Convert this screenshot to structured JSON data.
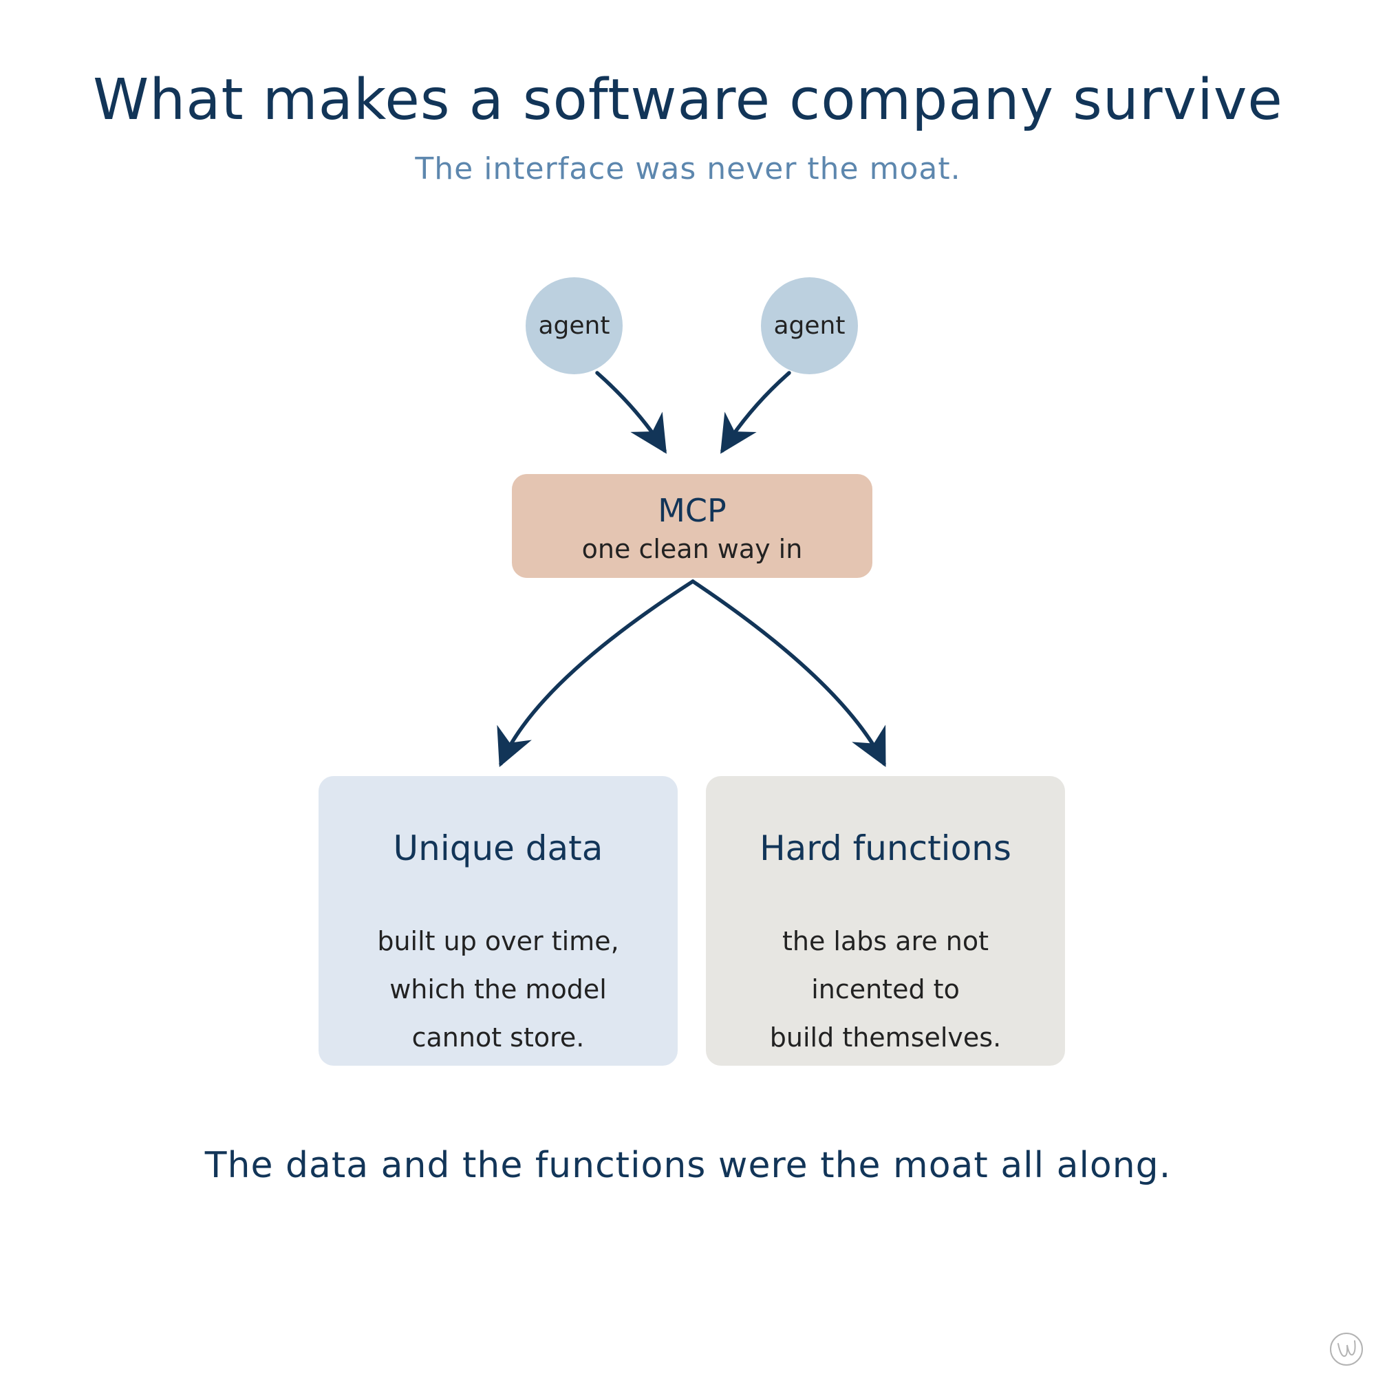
{
  "title": "What makes a software company survive",
  "subtitle": "The interface was never the moat.",
  "agents": [
    {
      "label": "agent"
    },
    {
      "label": "agent"
    }
  ],
  "mcp": {
    "title": "MCP",
    "subtitle": "one clean way in"
  },
  "cards": [
    {
      "title": "Unique data",
      "lines": [
        "built up over time,",
        "which the model",
        "cannot store."
      ]
    },
    {
      "title": "Hard functions",
      "lines": [
        "the labs are not",
        "incented to",
        "build themselves."
      ]
    }
  ],
  "footer": "The data and the functions were the moat all along.",
  "colors": {
    "navy": "#123558",
    "subtitle_blue": "#5d87ae",
    "agent_fill": "#bcd0df",
    "mcp_fill": "#e4c5b2",
    "data_card_fill": "#dfe7f1",
    "functions_card_fill": "#e7e6e2"
  }
}
